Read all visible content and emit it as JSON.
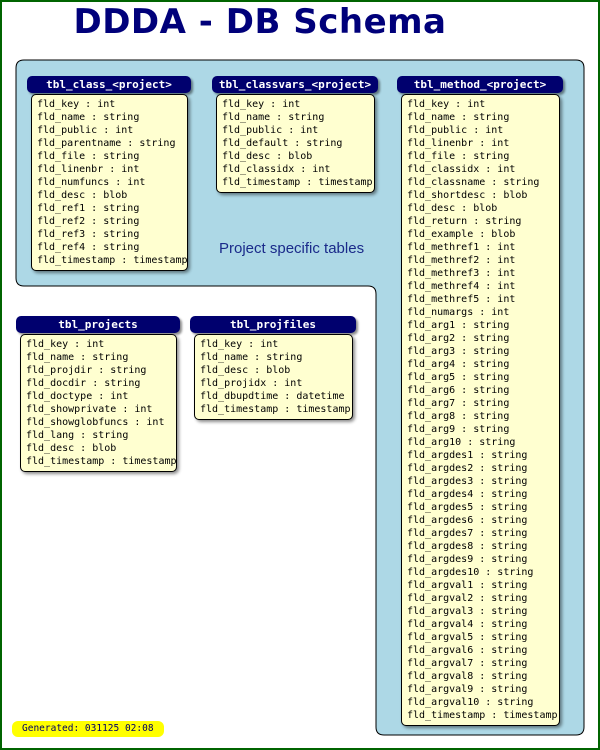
{
  "title": "DDDA - DB Schema",
  "region_label": "Project specific tables",
  "footer": "Generated: 031125 02:08",
  "colors": {
    "region": "#add8e6",
    "header": "#00006e",
    "table_body": "#ffffd0",
    "title": "#00007a",
    "footer": "#ffff00",
    "frame": "#006400"
  },
  "tables": [
    {
      "id": "class",
      "name": "tbl_class_<project>",
      "fields": [
        "fld_key : int",
        "fld_name : string",
        "fld_public : int",
        "fld_parentname : string",
        "fld_file : string",
        "fld_linenbr : int",
        "fld_numfuncs : int",
        "fld_desc : blob",
        "fld_ref1 : string",
        "fld_ref2 : string",
        "fld_ref3 : string",
        "fld_ref4 : string",
        "fld_timestamp : timestamp"
      ]
    },
    {
      "id": "classvars",
      "name": "tbl_classvars_<project>",
      "fields": [
        "fld_key : int",
        "fld_name : string",
        "fld_public : int",
        "fld_default : string",
        "fld_desc : blob",
        "fld_classidx : int",
        "fld_timestamp : timestamp"
      ]
    },
    {
      "id": "method",
      "name": "tbl_method_<project>",
      "fields": [
        "fld_key : int",
        "fld_name : string",
        "fld_public : int",
        "fld_linenbr : int",
        "fld_file : string",
        "fld_classidx : int",
        "fld_classname : string",
        "fld_shortdesc : blob",
        "fld_desc : blob",
        "fld_return : string",
        "fld_example : blob",
        "fld_methref1 : int",
        "fld_methref2 : int",
        "fld_methref3 : int",
        "fld_methref4 : int",
        "fld_methref5 : int",
        "fld_numargs : int",
        "fld_arg1 : string",
        "fld_arg2 : string",
        "fld_arg3 : string",
        "fld_arg4 : string",
        "fld_arg5 : string",
        "fld_arg6 : string",
        "fld_arg7 : string",
        "fld_arg8 : string",
        "fld_arg9 : string",
        "fld_arg10 : string",
        "fld_argdes1 : string",
        "fld_argdes2 : string",
        "fld_argdes3 : string",
        "fld_argdes4 : string",
        "fld_argdes5 : string",
        "fld_argdes6 : string",
        "fld_argdes7 : string",
        "fld_argdes8 : string",
        "fld_argdes9 : string",
        "fld_argdes10 : string",
        "fld_argval1 : string",
        "fld_argval2 : string",
        "fld_argval3 : string",
        "fld_argval4 : string",
        "fld_argval5 : string",
        "fld_argval6 : string",
        "fld_argval7 : string",
        "fld_argval8 : string",
        "fld_argval9 : string",
        "fld_argval10 : string",
        "fld_timestamp : timestamp"
      ]
    },
    {
      "id": "projects",
      "name": "tbl_projects",
      "fields": [
        "fld_key : int",
        "fld_name : string",
        "fld_projdir : string",
        "fld_docdir : string",
        "fld_doctype : int",
        "fld_showprivate : int",
        "fld_showglobfuncs : int",
        "fld_lang : string",
        "fld_desc : blob",
        "fld_timestamp : timestamp"
      ]
    },
    {
      "id": "projfiles",
      "name": "tbl_projfiles",
      "fields": [
        "fld_key : int",
        "fld_name : string",
        "fld_desc : blob",
        "fld_projidx : int",
        "fld_dbupdtime : datetime",
        "fld_timestamp : timestamp"
      ]
    }
  ]
}
